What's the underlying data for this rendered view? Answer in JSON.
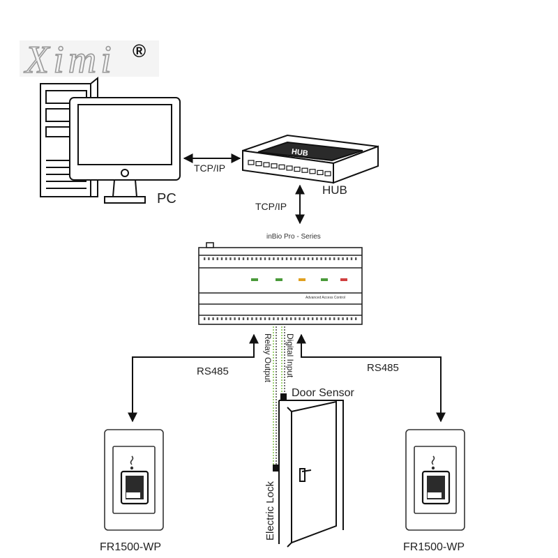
{
  "brand": {
    "logo_text": "Ximi",
    "registered_mark": "®"
  },
  "colors": {
    "line": "#111111",
    "relay_green": "#7cc242",
    "logo_gray": "#9a9a9a"
  },
  "nodes": {
    "pc": {
      "label": "PC",
      "icon": "desktop-computer-icon"
    },
    "hub": {
      "label": "HUB",
      "device_text": "HUB",
      "icon": "network-hub-icon"
    },
    "controller": {
      "label": "inBio Pro - Series",
      "panel_text": "Advanced Access Control",
      "icon": "access-controller-icon"
    },
    "door_sensor": {
      "label": "Door Sensor"
    },
    "electric_lock": {
      "label": "Electric Lock"
    },
    "reader_left": {
      "label": "FR1500-WP",
      "icon": "fingerprint-reader-icon"
    },
    "reader_right": {
      "label": "FR1500-WP",
      "icon": "fingerprint-reader-icon"
    },
    "door": {
      "icon": "door-icon"
    }
  },
  "connections": {
    "pc_hub": "TCP/IP",
    "hub_controller": "TCP/IP",
    "rs485_left": "RS485",
    "rs485_right": "RS485",
    "relay_output": "Relay Output",
    "digital_input": "Digital Input"
  }
}
